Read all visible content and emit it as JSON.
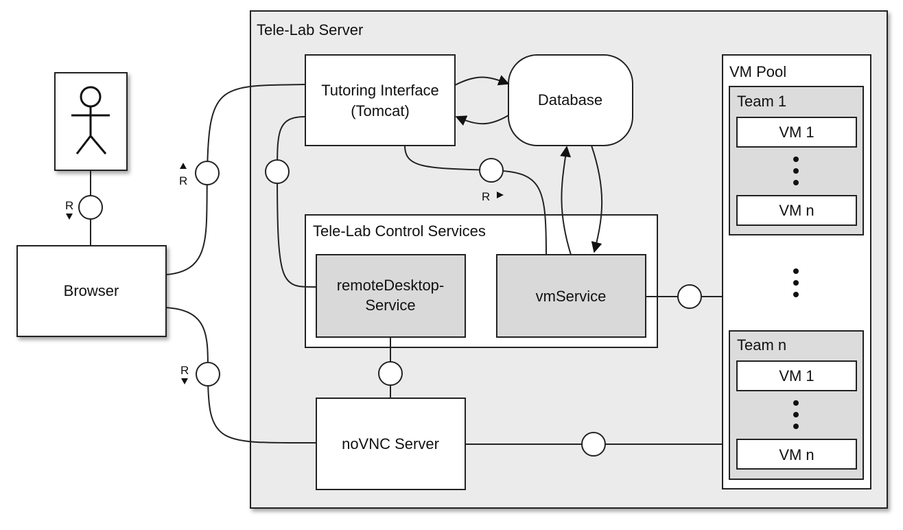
{
  "nodes": {
    "server_title": "Tele-Lab Server",
    "tutoring_line1": "Tutoring Interface",
    "tutoring_line2": "(Tomcat)",
    "database": "Database",
    "control_services": "Tele-Lab Control Services",
    "remote_line1": "remoteDesktop-",
    "remote_line2": "Service",
    "vm_service": "vmService",
    "novnc": "noVNC Server",
    "browser": "Browser",
    "vm_pool": "VM Pool",
    "team1": "Team 1",
    "team1_vm1": "VM 1",
    "team1_vmn": "VM n",
    "teamn": "Team n",
    "teamn_vm1": "VM 1",
    "teamn_vmn": "VM n"
  },
  "request_marks": {
    "actor_browser": "R",
    "browser_tutoring": "R",
    "tutoring_vmservice": "R",
    "browser_novnc": "R"
  },
  "colors": {
    "server_fill": "#ebebeb",
    "service_fill": "#d9d9d9",
    "team_fill": "#dcdcdc",
    "box_fill": "#ffffff",
    "stroke": "#222222"
  }
}
